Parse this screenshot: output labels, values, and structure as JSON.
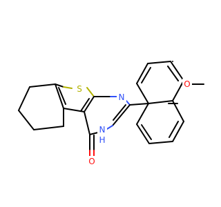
{
  "molecule": {
    "atoms": {
      "S": {
        "label": "S",
        "color": "#b2b200"
      },
      "N": {
        "label": "N",
        "color": "#3050f8"
      },
      "NH": {
        "label": "N",
        "color": "#3050f8"
      },
      "H": {
        "label": "H",
        "color": "#3050f8"
      },
      "O_carbonyl": {
        "label": "O",
        "color": "#ff0d0d"
      },
      "O_methoxy": {
        "label": "O",
        "color": "#ff0d0d"
      }
    },
    "bond_color": "#000000"
  }
}
